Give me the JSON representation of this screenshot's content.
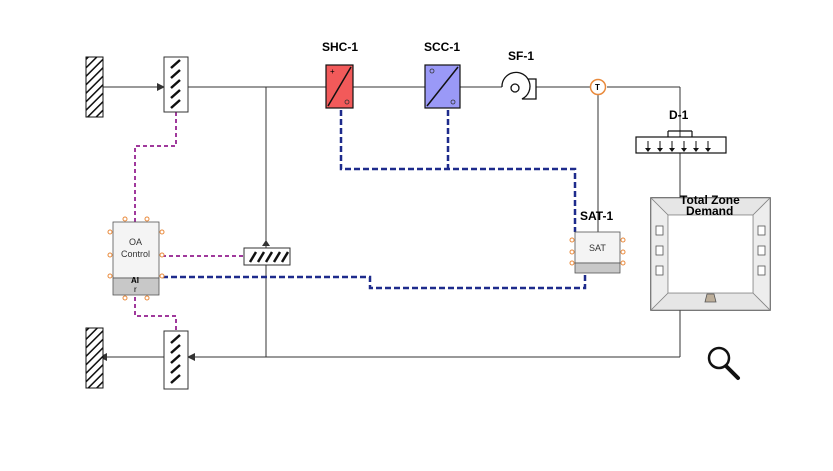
{
  "labels": {
    "shc": "SHC-1",
    "scc": "SCC-1",
    "sf": "SF-1",
    "d1": "D-1",
    "sat1": "SAT-1",
    "sat_box": "SAT",
    "oa_line1": "OA",
    "oa_line2": "Control",
    "oa_bar_top": "AI",
    "oa_bar_bottom": "r",
    "temp_sensor": "T",
    "zone_line1": "Total Zone",
    "zone_line2": "Demand"
  },
  "colors": {
    "heating_coil": "#f25a5a",
    "cooling_coil": "#9a99f7",
    "control_blue": "#1e2b8c",
    "control_purple": "#a0399c",
    "sensor_orange": "#e98a3c",
    "duct_line": "#333333"
  },
  "icons": {
    "zoom": "magnifier-icon"
  }
}
